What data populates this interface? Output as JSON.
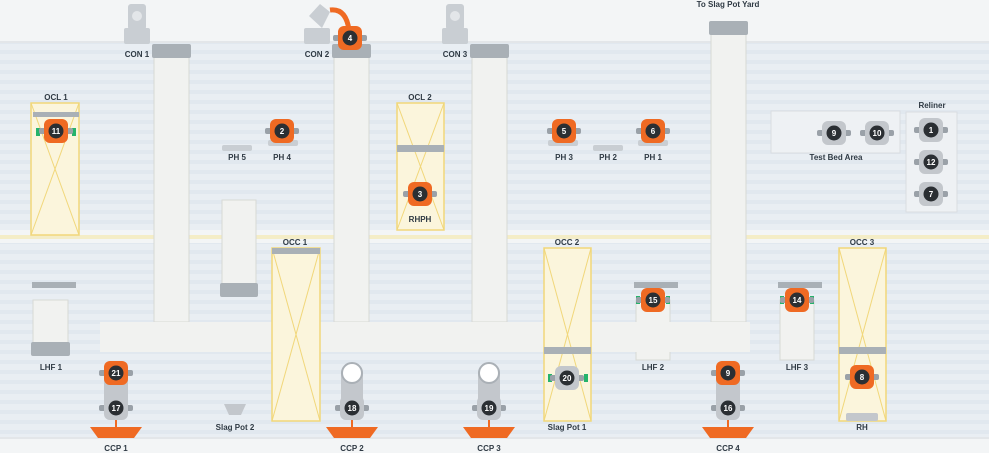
{
  "title": "To Slag Pot Yard",
  "converters": [
    {
      "label": "CON 1"
    },
    {
      "label": "CON 2",
      "ladle": "4"
    },
    {
      "label": "CON 3"
    }
  ],
  "preheaters": [
    {
      "label": "PH 5"
    },
    {
      "label": "PH 4",
      "ladle": "2"
    },
    {
      "label": "PH 3",
      "ladle": "5"
    },
    {
      "label": "PH 2"
    },
    {
      "label": "PH 1",
      "ladle": "6"
    }
  ],
  "ocl": [
    {
      "label": "OCL 1",
      "ladle": "11"
    },
    {
      "label": "OCL 2"
    }
  ],
  "rhph": {
    "label": "RHPH",
    "ladle": "3"
  },
  "occ": [
    {
      "label": "OCC 1"
    },
    {
      "label": "OCC 2"
    },
    {
      "label": "OCC 3"
    }
  ],
  "test_bed": {
    "label": "Test Bed Area",
    "ladles": [
      "9",
      "10"
    ]
  },
  "reliner": {
    "label": "Reliner",
    "ladles": [
      "1",
      "12",
      "7"
    ]
  },
  "lhf": [
    {
      "label": "LHF 1"
    },
    {
      "label": "LHF 2",
      "ladle": "15"
    },
    {
      "label": "LHF 3",
      "ladle": "14"
    }
  ],
  "ccp": [
    {
      "label": "CCP 1",
      "ladles": [
        "21",
        "17"
      ]
    },
    {
      "label": "CCP 2",
      "ladles": [
        "18"
      ]
    },
    {
      "label": "CCP 3",
      "ladles": [
        "19"
      ]
    },
    {
      "label": "CCP 4",
      "ladles": [
        "9",
        "16"
      ]
    }
  ],
  "slag_pots": [
    {
      "label": "Slag Pot 2"
    },
    {
      "label": "Slag Pot 1",
      "ladle": "20"
    }
  ],
  "rh": {
    "label": "RH",
    "ladle": "8"
  },
  "colors": {
    "ladle_orange": "#ef6a23",
    "ladle_gray": "#c3c7cc",
    "badge_dark": "#2b2f33",
    "zone_yellow": "#f4df8e",
    "beam_gray": "#a9b0b6",
    "green_hook": "#25b36b"
  }
}
